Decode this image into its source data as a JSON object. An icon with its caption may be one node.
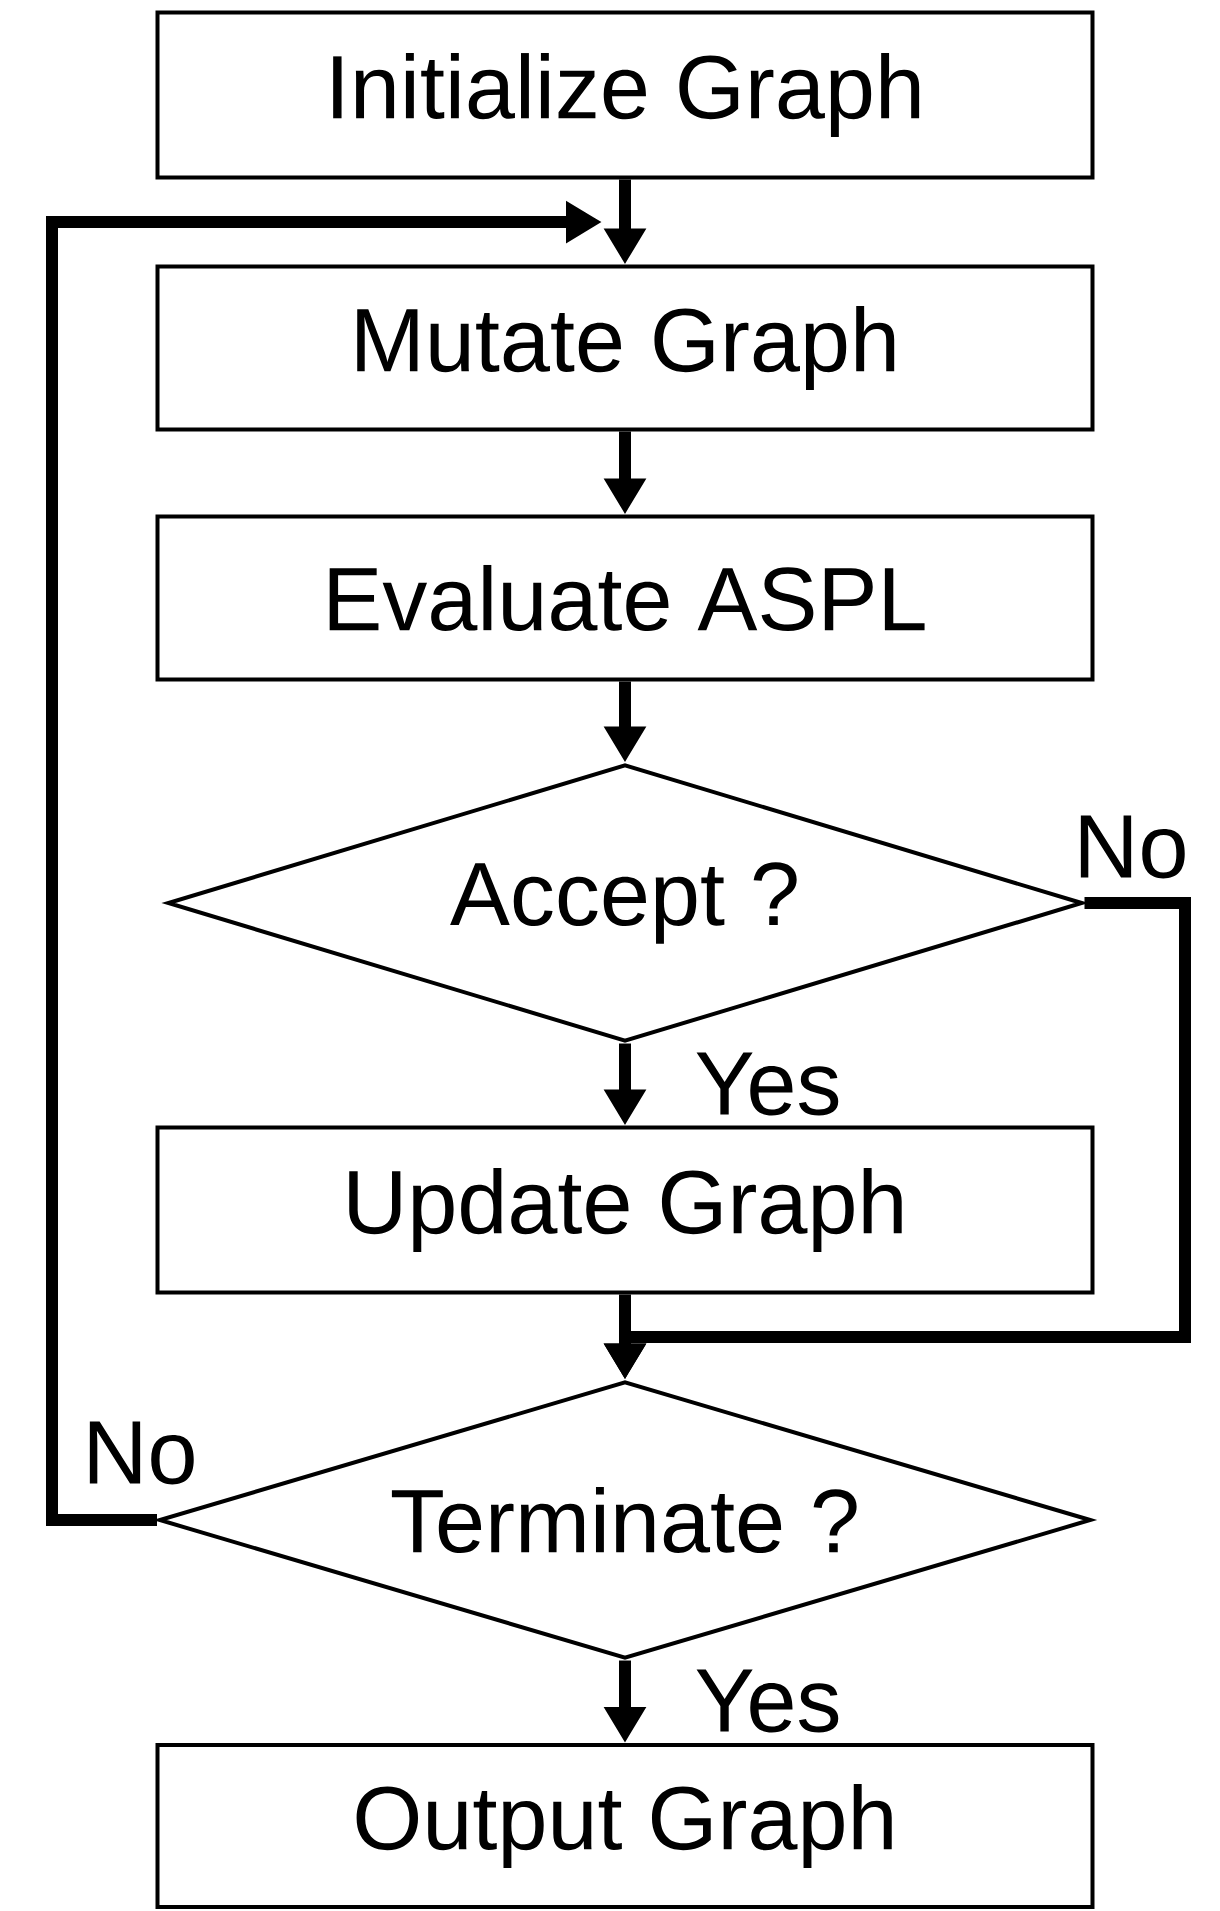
{
  "diagram": {
    "nodes": [
      {
        "text": [
          "Initialize Graph"
        ]
      },
      {
        "text": [
          "Mutate Graph"
        ]
      },
      {
        "text": [
          "Evaluate ASPL"
        ]
      },
      {
        "text": [
          "Accept ?"
        ]
      },
      {
        "text": [
          "Update Graph"
        ]
      },
      {
        "text": [
          "Terminate ?"
        ]
      },
      {
        "text": [
          "Output Graph"
        ]
      }
    ],
    "edges": [
      {
        "from": 0,
        "to": 1,
        "arrow": "to"
      },
      {
        "from": 1,
        "to": 2,
        "arrow": "to"
      },
      {
        "from": 2,
        "to": 3,
        "arrow": "to"
      },
      {
        "from": 3,
        "to": 4,
        "arrow": "to",
        "label": "Yes"
      },
      {
        "from": 3,
        "to": 5,
        "arrow": "to",
        "label": "No"
      },
      {
        "from": 4,
        "to": 5,
        "arrow": "to"
      },
      {
        "from": 5,
        "to": 1,
        "arrow": "to",
        "label": "No"
      },
      {
        "from": 5,
        "to": 6,
        "arrow": "to",
        "label": "Yes"
      }
    ]
  }
}
